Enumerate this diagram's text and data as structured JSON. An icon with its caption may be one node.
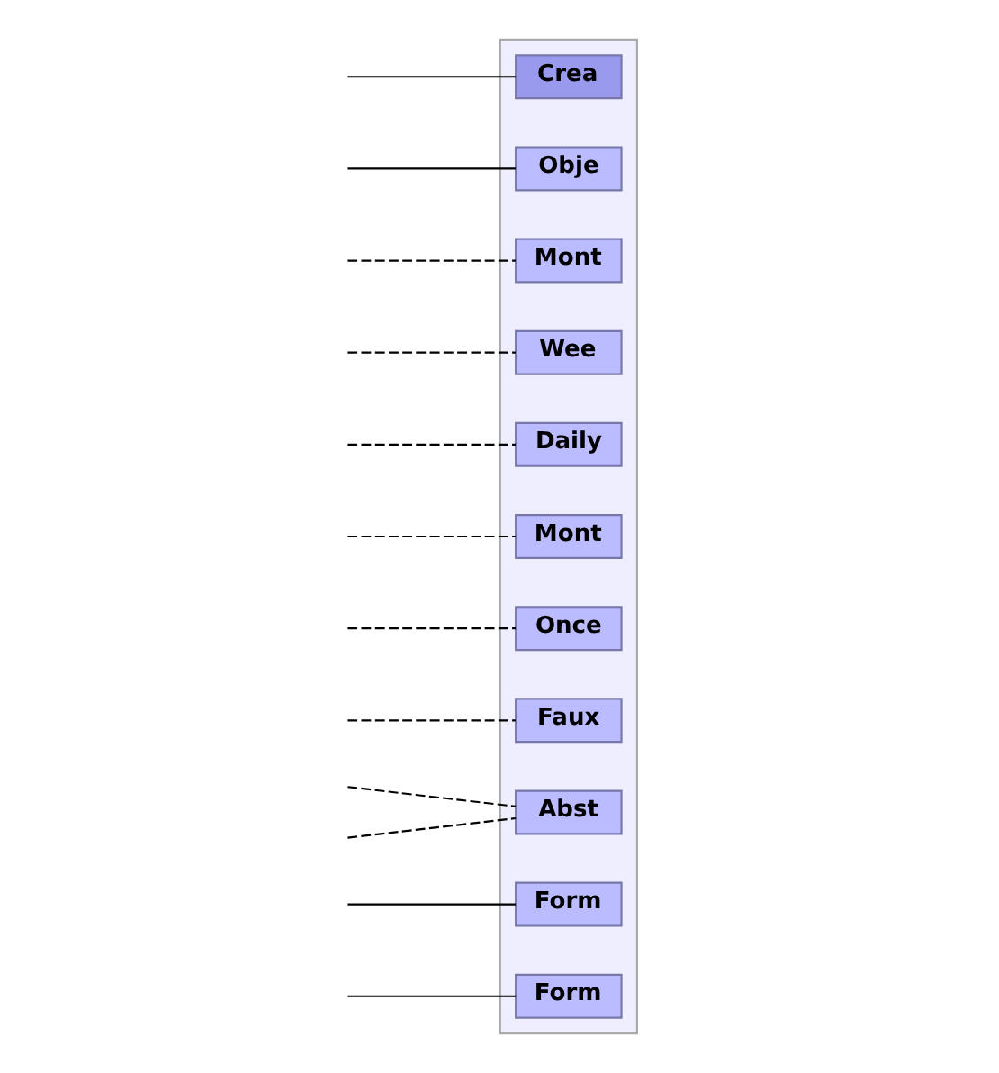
{
  "diagram": {
    "nodes": [
      {
        "text": [],
        "shape": "box"
      },
      {
        "text": [
          "Crea"
        ],
        "in": 0
      },
      {
        "text": [
          "Obje"
        ],
        "in": 0
      },
      {
        "text": [
          "Mont"
        ],
        "in": 0
      },
      {
        "text": [
          "Wee"
        ],
        "in": 0
      },
      {
        "text": [
          "Daily"
        ],
        "in": 0
      },
      {
        "text": [
          "Mont"
        ],
        "in": 0
      },
      {
        "text": [
          "Once"
        ],
        "in": 0
      },
      {
        "text": [
          "Faux"
        ],
        "in": 0
      },
      {
        "text": [
          "Abst"
        ],
        "in": 0
      },
      {
        "text": [
          "Form"
        ],
        "in": 0
      },
      {
        "text": [
          "Form"
        ],
        "in": 0
      }
    ],
    "edges": [
      {
        "from": null,
        "to": 1,
        "arrow": "none"
      },
      {
        "from": null,
        "to": 2,
        "arrow": "none"
      },
      {
        "from": null,
        "to": 3,
        "arrow": "none",
        "style": "dashed"
      },
      {
        "from": null,
        "to": 4,
        "arrow": "none",
        "style": "dashed"
      },
      {
        "from": null,
        "to": 5,
        "arrow": "none",
        "style": "dashed"
      },
      {
        "from": null,
        "to": 6,
        "arrow": "none",
        "style": "dashed"
      },
      {
        "from": null,
        "to": 7,
        "arrow": "none",
        "style": "dashed"
      },
      {
        "from": null,
        "to": 8,
        "arrow": "none",
        "style": "dashed"
      },
      {
        "from": null,
        "to": 9,
        "arrow": "none",
        "style": "dashed"
      },
      {
        "from": null,
        "to": 9,
        "arrow": "none",
        "style": "dashed"
      },
      {
        "from": null,
        "to": 10,
        "arrow": "none"
      },
      {
        "from": null,
        "to": 11,
        "arrow": "none"
      }
    ]
  }
}
